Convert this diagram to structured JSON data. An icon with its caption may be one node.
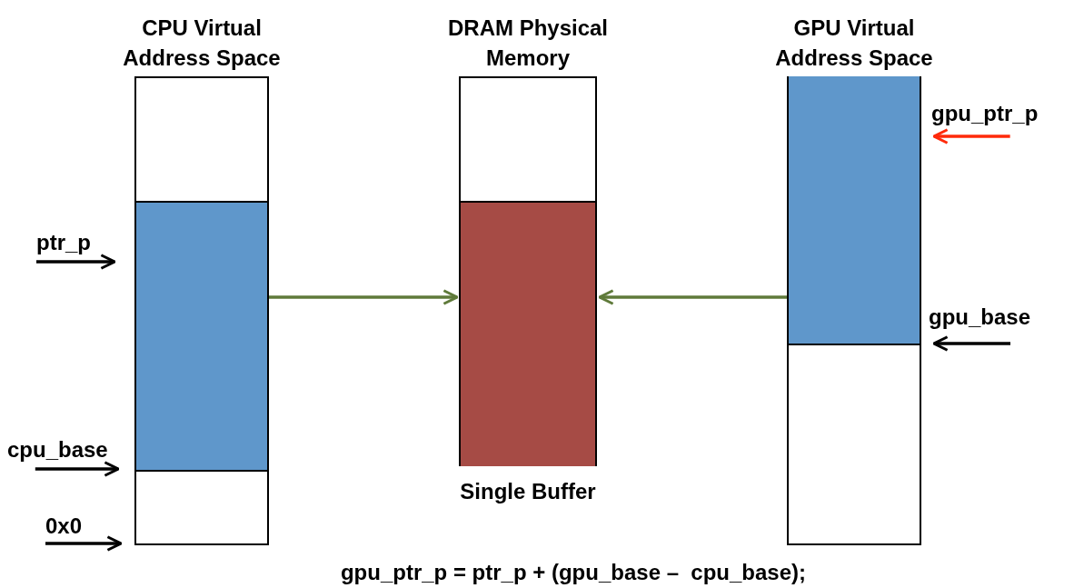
{
  "diagram": {
    "nodes": [
      {
        "text": [
          "CPU Virtual Address Space"
        ]
      },
      {
        "text": [],
        "shape": "box",
        "in": 0
      },
      {
        "text": [
          "DRAM Physical Memory"
        ]
      },
      {
        "text": [],
        "shape": "box",
        "in": 2,
        "beside": [
          "Single Buffer"
        ]
      },
      {
        "text": [
          "GPU Virtual Address Space"
        ]
      },
      {
        "text": [],
        "shape": "box",
        "in": 4
      },
      {
        "text": [
          "ptr_p"
        ]
      },
      {
        "text": [
          "cpu_base"
        ]
      },
      {
        "text": [
          "0x0"
        ]
      },
      {
        "text": [
          "gpu_ptr_p"
        ]
      },
      {
        "text": [
          "gpu_base"
        ]
      }
    ],
    "edges": [
      {
        "from": 1,
        "to": 3,
        "arrow": "to",
        "color": "#5f7a3a"
      },
      {
        "from": 5,
        "to": 3,
        "arrow": "to",
        "color": "#5f7a3a"
      },
      {
        "from": 6,
        "to": 1,
        "arrow": "to"
      },
      {
        "from": 7,
        "to": 0,
        "arrow": "to"
      },
      {
        "from": 8,
        "to": 0,
        "arrow": "to"
      },
      {
        "from": 9,
        "to": 5,
        "arrow": "to",
        "color": "#ff2a0a"
      },
      {
        "from": 10,
        "to": 4,
        "arrow": "to"
      }
    ],
    "labels": [
      "gpu_ptr_p = ptr_p + (gpu_base –  cpu_base);"
    ]
  }
}
